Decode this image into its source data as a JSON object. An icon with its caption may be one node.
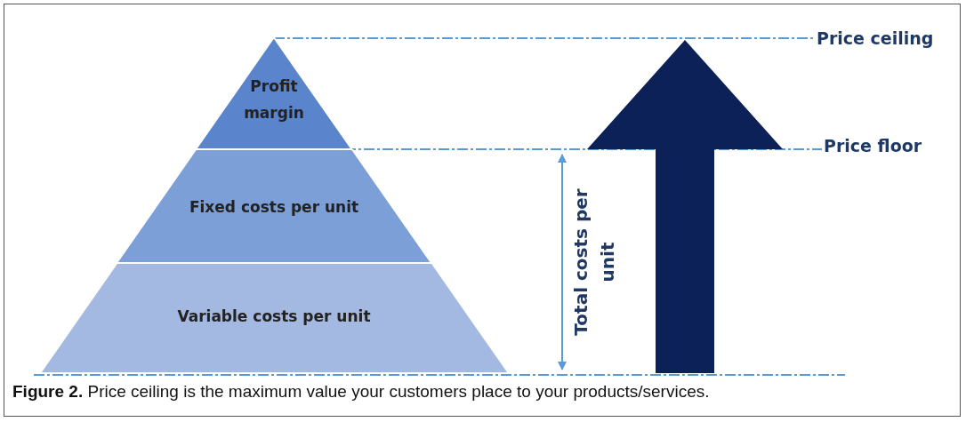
{
  "diagram": {
    "caption": "**Figure 2.** Price ceiling is the maximum value your customers place to your products/services.",
    "nodes": [
      {
        "text": [
          "Profit margin"
        ]
      },
      {
        "text": [
          "Fixed costs per unit"
        ]
      },
      {
        "text": [
          "Variable costs per unit"
        ]
      }
    ],
    "labels": [
      "Price ceiling",
      "Price floor",
      "Total costs per unit"
    ]
  }
}
